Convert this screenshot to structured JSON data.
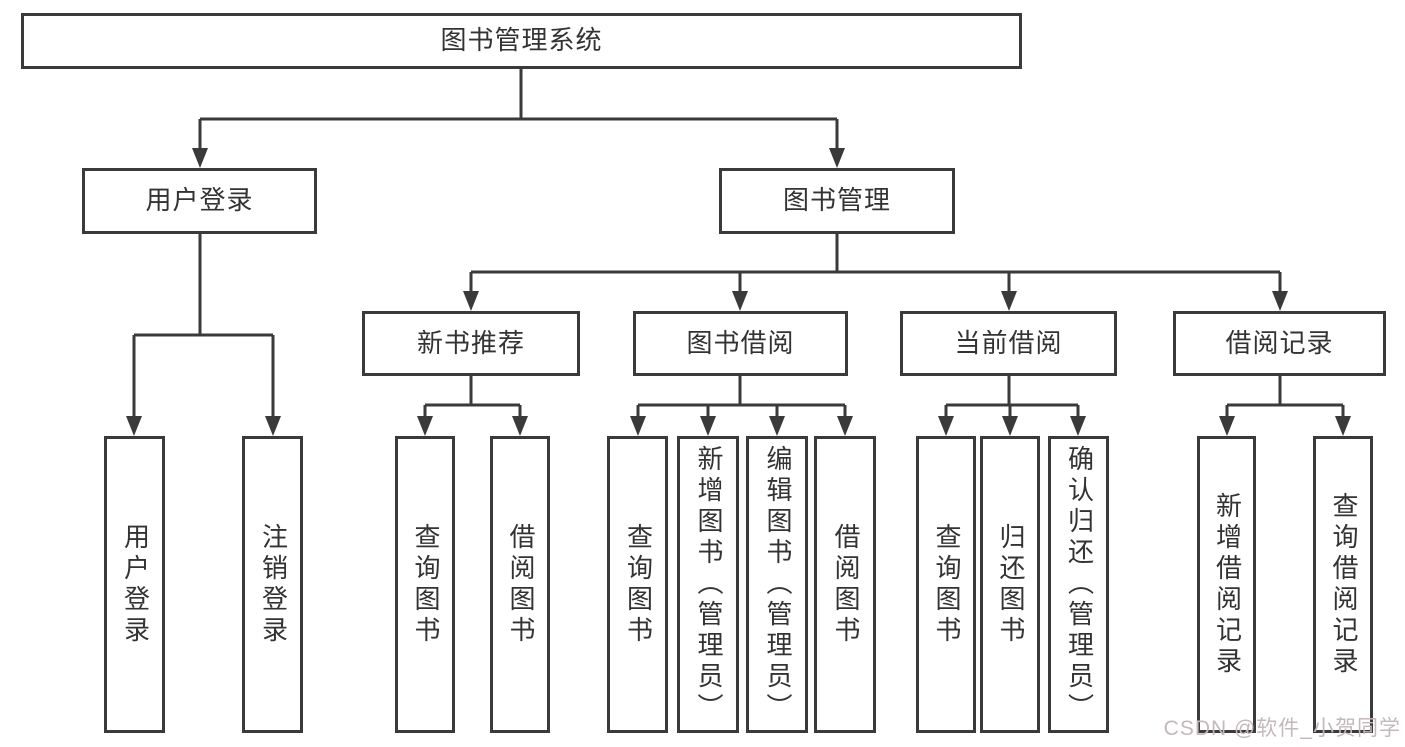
{
  "colors": {
    "line": "#3a3a3a",
    "text": "#333333",
    "canvas-bg": "#ffffff",
    "watermark": "#c3b8ba"
  },
  "tree": {
    "label": "图书管理系统",
    "children": [
      {
        "label": "用户登录",
        "children": [
          {
            "label": "用户登录"
          },
          {
            "label": "注销登录"
          }
        ]
      },
      {
        "label": "图书管理",
        "children": [
          {
            "label": "新书推荐",
            "children": [
              {
                "label": "查询图书"
              },
              {
                "label": "借阅图书"
              }
            ]
          },
          {
            "label": "图书借阅",
            "children": [
              {
                "label": "查询图书"
              },
              {
                "label": "新增图书（管理员）"
              },
              {
                "label": "编辑图书（管理员）"
              },
              {
                "label": "借阅图书"
              }
            ]
          },
          {
            "label": "当前借阅",
            "children": [
              {
                "label": "查询图书"
              },
              {
                "label": "归还图书"
              },
              {
                "label": "确认归还（管理员）"
              }
            ]
          },
          {
            "label": "借阅记录",
            "children": [
              {
                "label": "新增借阅记录"
              },
              {
                "label": "查询借阅记录"
              }
            ]
          }
        ]
      }
    ]
  },
  "watermark": {
    "text": "CSDN @软件_小贺同学"
  }
}
